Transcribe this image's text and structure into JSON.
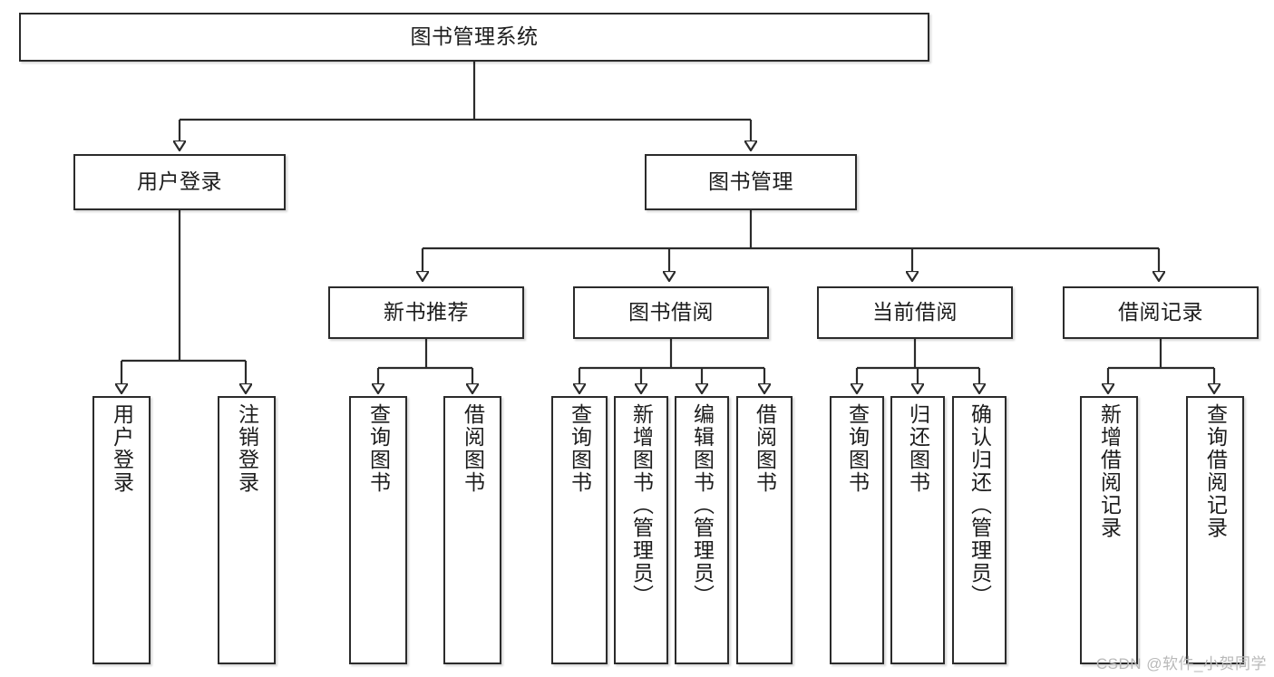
{
  "diagram": {
    "title": "图书管理系统",
    "type": "hierarchy-tree",
    "watermark": "CSDN @软件_小贺同学",
    "colors": {
      "stroke": "#2b2b2b",
      "fill": "#ffffff",
      "text": "#1c1c1c",
      "watermark": "#b9b9b9"
    },
    "root": {
      "label": "图书管理系统"
    },
    "level2": [
      {
        "label": "用户登录"
      },
      {
        "label": "图书管理"
      }
    ],
    "level3": [
      {
        "label": "新书推荐"
      },
      {
        "label": "图书借阅"
      },
      {
        "label": "当前借阅"
      },
      {
        "label": "借阅记录"
      }
    ],
    "leaves": {
      "user_login": [
        {
          "label": "用户登录"
        },
        {
          "label": "注销登录"
        }
      ],
      "new_book": [
        {
          "label": "查询图书"
        },
        {
          "label": "借阅图书"
        }
      ],
      "book_borrow": [
        {
          "label": "查询图书"
        },
        {
          "label": "新增图书（管理员）"
        },
        {
          "label": "编辑图书（管理员）"
        },
        {
          "label": "借阅图书"
        }
      ],
      "current_borrow": [
        {
          "label": "查询图书"
        },
        {
          "label": "归还图书"
        },
        {
          "label": "确认归还（管理员）"
        }
      ],
      "borrow_record": [
        {
          "label": "新增借阅记录"
        },
        {
          "label": "查询借阅记录"
        }
      ]
    }
  }
}
